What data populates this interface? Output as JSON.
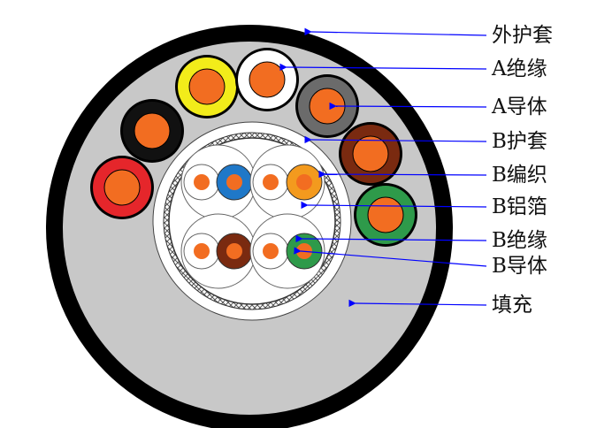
{
  "labels": {
    "outer_sheath": "外护套",
    "a_insulation": "A绝缘",
    "a_conductor": "A导体",
    "b_sheath": "B护套",
    "b_braid": "B编织",
    "b_foil": "B铝箔",
    "b_insulation": "B绝缘",
    "b_conductor": "B导体",
    "filler": "填充"
  },
  "colors": {
    "outer_sheath": "#000000",
    "filler": "#c8c8c8",
    "conductor": "#f26d21",
    "leader": "#0000ff",
    "a_insulation": [
      "#f2ec1a",
      "#ffffff",
      "#6b6b6b",
      "#7a2a10",
      "#2e9a4a",
      "#e5262b",
      "#000000"
    ],
    "b_pair_colors": [
      "#1f78c8",
      "#f39a1e",
      "#7a2a10",
      "#2e9a4a"
    ]
  }
}
